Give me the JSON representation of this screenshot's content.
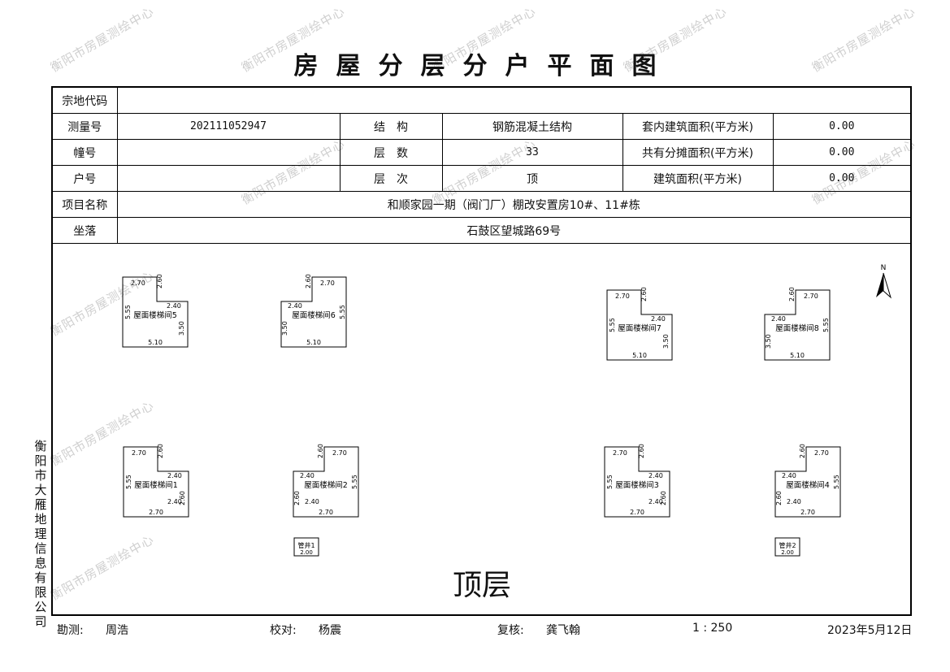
{
  "watermark": "衡阳市房屋测绘中心",
  "title": "房屋分层分户平面图",
  "info": {
    "land_code_label": "宗地代码",
    "land_code_value": "",
    "survey_no_label": "测量号",
    "survey_no_value": "202111052947",
    "structure_label": "结　构",
    "structure_value": "钢筋混凝土结构",
    "inner_area_label": "套内建筑面积(平方米)",
    "inner_area_value": "0.00",
    "building_no_label": "幢号",
    "building_no_value": "",
    "floors_label": "层　数",
    "floors_value": "33",
    "shared_area_label": "共有分摊面积(平方米)",
    "shared_area_value": "0.00",
    "unit_no_label": "户号",
    "unit_no_value": "",
    "level_label": "层　次",
    "level_value": "顶",
    "build_area_label": "建筑面积(平方米)",
    "build_area_value": "0.00",
    "project_label": "项目名称",
    "project_value": "和顺家园一期（阀门厂）棚改安置房10#、11#栋",
    "location_label": "坐落",
    "location_value": "石鼓区望城路69号"
  },
  "plan": {
    "north_label": "N",
    "floor_label": "顶层",
    "stairs": [
      {
        "label": "屋面楼梯间5",
        "mirror": false,
        "row": "top"
      },
      {
        "label": "屋面楼梯间6",
        "mirror": true,
        "row": "top"
      },
      {
        "label": "屋面楼梯间7",
        "mirror": false,
        "row": "top"
      },
      {
        "label": "屋面楼梯间8",
        "mirror": true,
        "row": "top"
      },
      {
        "label": "屋面楼梯间1",
        "mirror": false,
        "row": "bottom"
      },
      {
        "label": "屋面楼梯间2",
        "mirror": true,
        "row": "bottom"
      },
      {
        "label": "屋面楼梯间3",
        "mirror": false,
        "row": "bottom"
      },
      {
        "label": "屋面楼梯间4",
        "mirror": true,
        "row": "bottom"
      }
    ],
    "dims": {
      "top_w": "2.70",
      "notch": "2.60",
      "step": "2.40",
      "height": "5.55",
      "side": "3.50",
      "base": "5.10",
      "side_b": "2.60",
      "step_b": "2.40"
    },
    "wells": [
      {
        "label": "管井1",
        "dim": "2.00"
      },
      {
        "label": "管井2",
        "dim": "2.00"
      }
    ]
  },
  "company": "衡阳市大雁地理信息有限公司",
  "footer": {
    "surveyor_label": "勘测:",
    "surveyor": "周浩",
    "checker_label": "校对:",
    "checker": "杨震",
    "reviewer_label": "复核:",
    "reviewer": "龚飞翰",
    "scale": "1 : 250",
    "date": "2023年5月12日"
  }
}
